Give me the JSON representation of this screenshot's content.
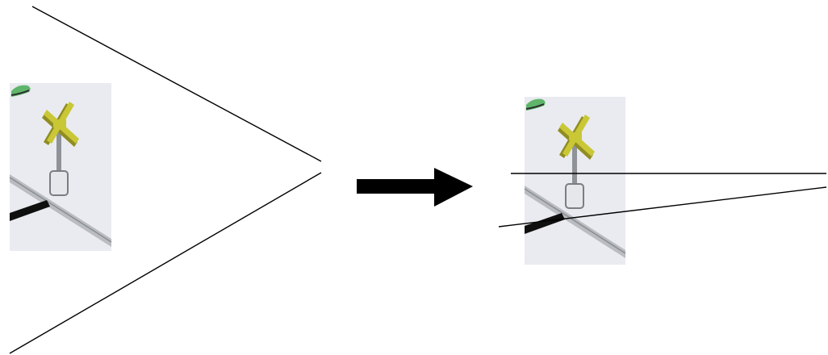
{
  "diagram": {
    "kind": "zoom-transition",
    "background_color": "#ffffff",
    "line_color": "#000000",
    "panels": [
      {
        "id": "before",
        "subject": "crossing-signal-post-icon",
        "panel_bg": "#e9ebf0",
        "colors": {
          "signal_cross": "#c9c736",
          "signal_cross_shadow": "#8f8d22",
          "post": "#8f9297",
          "base": "#e5e7ea",
          "rail": "#b9bcc1",
          "cable": "#0f0f0f",
          "ring_green": "#5fb56a"
        }
      },
      {
        "id": "after",
        "subject": "crossing-signal-post-icon",
        "panel_bg": "#e9ebf0",
        "colors": {
          "signal_cross": "#c9c736",
          "signal_cross_shadow": "#8f8d22",
          "post": "#8f9297",
          "base": "#e5e7ea",
          "rail": "#b9bcc1",
          "cable": "#0f0f0f",
          "ring_green": "#5fb56a"
        }
      }
    ],
    "transition_arrow": {
      "direction": "right",
      "color": "#000000"
    },
    "view_lines": {
      "before_panel": "converging-wedge",
      "after_panel": "narrow-wedge"
    }
  }
}
